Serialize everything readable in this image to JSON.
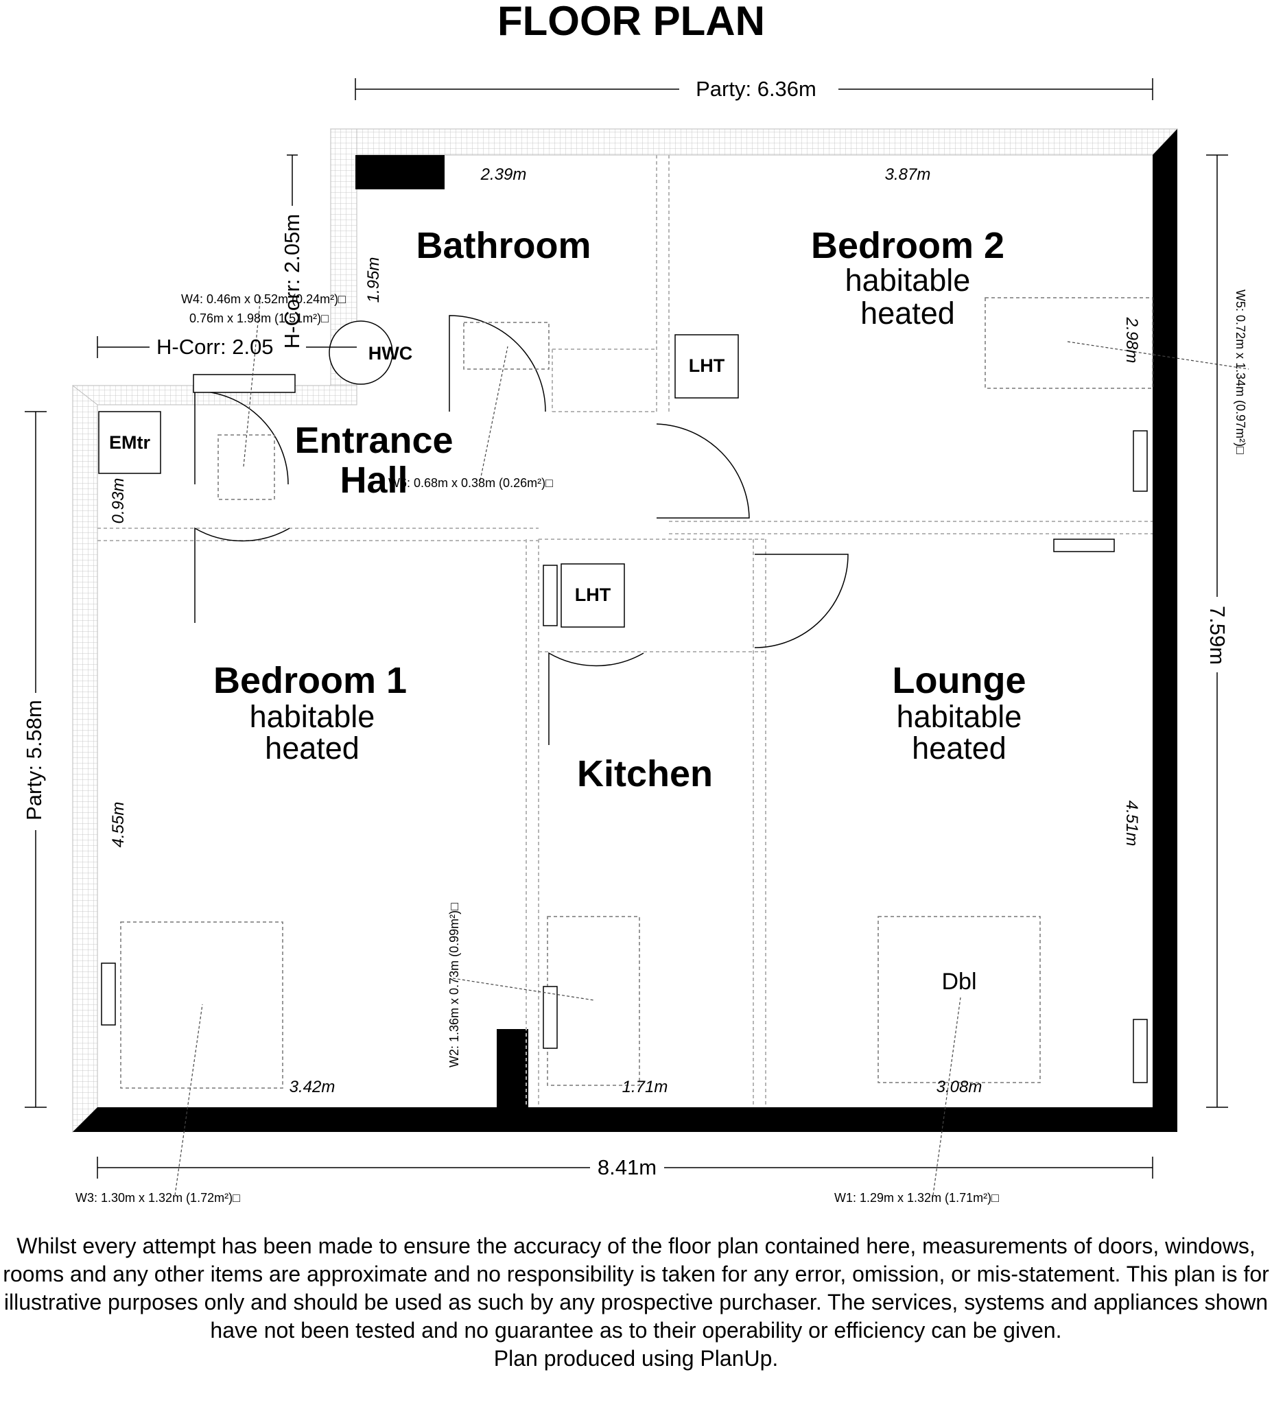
{
  "title": "FLOOR PLAN",
  "rooms": {
    "bathroom": {
      "name": "Bathroom",
      "width": "2.39m",
      "depth": "1.95m"
    },
    "bedroom2": {
      "name": "Bedroom 2",
      "line1": "habitable",
      "line2": "heated",
      "width": "3.87m",
      "depth": "2.98m"
    },
    "entrance_hall": {
      "line1": "Entrance",
      "line2": "Hall",
      "depth": "0.93m"
    },
    "bedroom1": {
      "name": "Bedroom 1",
      "line1": "habitable",
      "line2": "heated",
      "width": "3.42m",
      "depth": "4.55m"
    },
    "kitchen": {
      "name": "Kitchen",
      "width": "1.71m"
    },
    "lounge": {
      "name": "Lounge",
      "line1": "habitable",
      "line2": "heated",
      "width": "3.08m",
      "depth": "4.51m"
    }
  },
  "fixtures": {
    "hwc": "HWC",
    "emtr": "EMtr",
    "lht": "LHT",
    "dbl": "Dbl"
  },
  "dimensions": {
    "party_top": "Party: 6.36m",
    "party_left": "Party: 5.58m",
    "right": "7.59m",
    "bottom": "8.41m",
    "hcorr_h": "H-Corr: 2.05",
    "hcorr_v": "H-Corr: 2.05m"
  },
  "windows": {
    "w1": "W1: 1.29m x 1.32m (1.71m²)",
    "w2": "W2: 1.36m x 0.73m (0.99m²)",
    "w3": "W3: 1.30m x 1.32m (1.72m²)",
    "w4": "W4: 0.46m x 0.52m (0.24m²)",
    "w4_door": "0.76m x 1.98m (1.51m²)",
    "w5": "W5: 0.72m x 1.34m (0.97m²)",
    "w6": "W6: 0.68m x 0.38m (0.26m²)",
    "mark": "□"
  },
  "disclaimer": "Whilst every attempt has been made to ensure the accuracy of the floor plan contained here, measurements of doors, windows, rooms and any other items are approximate and no responsibility is taken for any error, omission, or mis-statement. This plan is for illustrative purposes only and should be used as such by any prospective purchaser. The services, systems and appliances shown have not been tested and no guarantee as to their operability or efficiency can be given.",
  "credit": "Plan produced using PlanUp."
}
